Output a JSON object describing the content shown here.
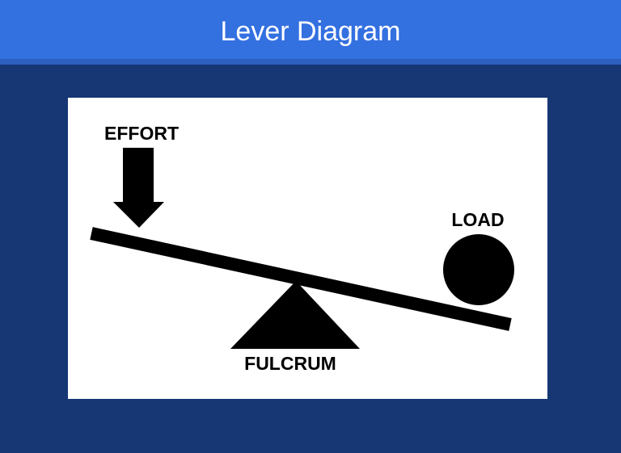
{
  "header": {
    "title": "Lever Diagram"
  },
  "diagram": {
    "effort_label": "EFFORT",
    "load_label": "LOAD",
    "fulcrum_label": "FULCRUM"
  }
}
